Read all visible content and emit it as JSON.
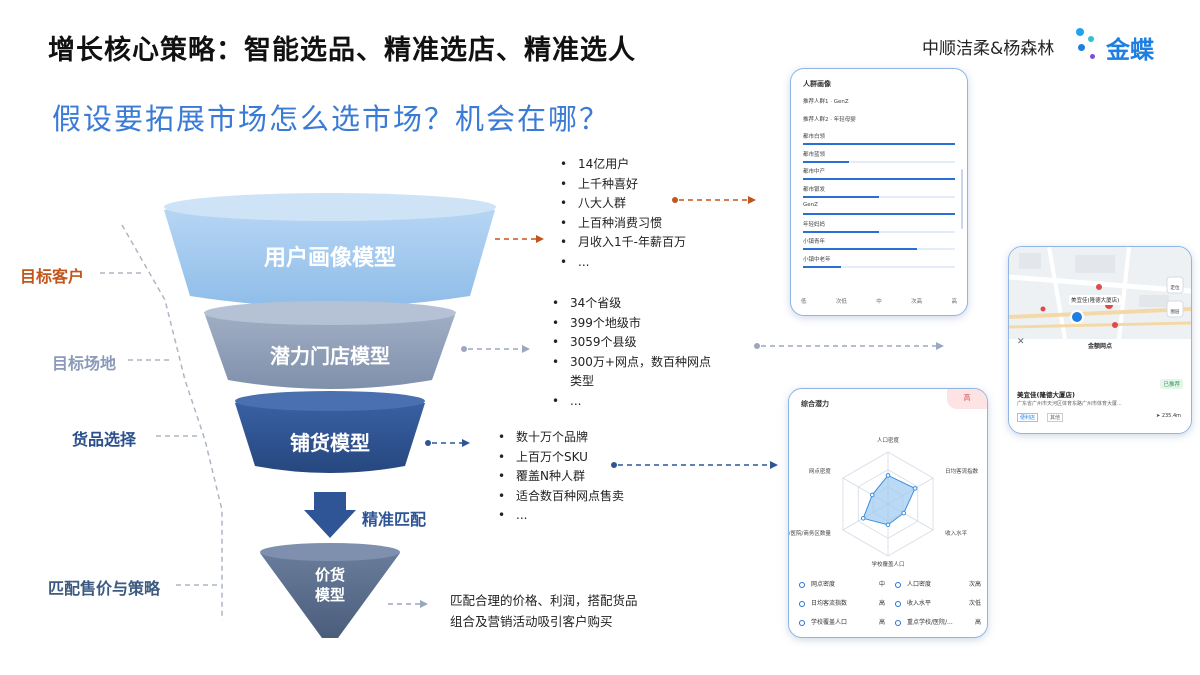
{
  "header": {
    "title": "增长核心策略：智能选品、精准选店、精准选人",
    "brand_partner": "中顺洁柔&杨森林",
    "logo_text": "金蝶",
    "subtitle": "假设要拓展市场怎么选市场？机会在哪？"
  },
  "side_labels": [
    {
      "text": "目标客户",
      "color": "#c0561b"
    },
    {
      "text": "目标场地",
      "color": "#8a9ab8"
    },
    {
      "text": "货品选择",
      "color": "#2b4f8c"
    },
    {
      "text": "匹配售价与策略",
      "color": "#3d5a80"
    }
  ],
  "funnel": {
    "stage1": "用户画像模型",
    "stage2": "潜力门店模型",
    "stage3": "铺货模型",
    "stage4_line1": "价货",
    "stage4_line2": "模型",
    "arrow_label": "精准匹配",
    "colors": {
      "stage1": "#9fc6ee",
      "stage2": "#8f9fb9",
      "stage3": "#2f5597",
      "stage4": "#5a6e8e"
    }
  },
  "lists": {
    "users": [
      "14亿用户",
      "上千种喜好",
      "八大人群",
      "上百种消费习惯",
      "月收入1千-年薪百万",
      "..."
    ],
    "stores": [
      "34个省级",
      "399个地级市",
      "3059个县级",
      "300万+网点，数百种网点类型",
      "..."
    ],
    "goods": [
      "数十万个品牌",
      "上百万个SKU",
      "覆盖N种人群",
      "适合数百种网点售卖",
      "..."
    ],
    "price_line1": "匹配合理的价格、利润，搭配货品",
    "price_line2": "组合及营销活动吸引客户购买"
  },
  "phone_persona": {
    "title": "人群画像",
    "rows": [
      {
        "label": "推荐人群1 · GenZ",
        "fill": 0
      },
      {
        "label": "推荐人群2 · 年轻母婴",
        "fill": 0
      },
      {
        "label": "都市白领",
        "fill": 1.0
      },
      {
        "label": "都市蓝领",
        "fill": 0.3
      },
      {
        "label": "都市中产",
        "fill": 1.0
      },
      {
        "label": "都市银发",
        "fill": 0.5
      },
      {
        "label": "GenZ",
        "fill": 1.0
      },
      {
        "label": "年轻妈妈",
        "fill": 0.5
      },
      {
        "label": "小镇青年",
        "fill": 0.75
      },
      {
        "label": "小镇中老年",
        "fill": 0.25
      }
    ],
    "footer": [
      "低",
      "次低",
      "中",
      "次高",
      "高"
    ]
  },
  "phone_map": {
    "popup_title": "金额网点",
    "store_name": "美宜佳(隆德大厦店)",
    "address": "广东省广州市天河区体育东路广州市体育大厦...",
    "tag1": "便利店",
    "tag2": "其他",
    "distance": "235.4m",
    "status": "已推荐",
    "pin_label": "美宜佳(隆德大厦店)",
    "side_btn1": "定位",
    "side_btn2": "图层"
  },
  "phone_radar": {
    "title": "综合潜力",
    "badge": "高",
    "axes": [
      "人口密度",
      "日均客流指数",
      "收入水平",
      "学校覆盖人口",
      "重点学校/医院/商务区数量",
      "网点密度"
    ],
    "values": [
      0.55,
      0.6,
      0.35,
      0.4,
      0.55,
      0.35
    ],
    "legend": [
      {
        "name": "网点密度",
        "level": "中"
      },
      {
        "name": "人口密度",
        "level": "次高"
      },
      {
        "name": "日均客流指数",
        "level": "高"
      },
      {
        "name": "收入水平",
        "level": "次低"
      },
      {
        "name": "学校覆盖人口",
        "level": "高"
      },
      {
        "name": "重点学校/医院/...",
        "level": "高"
      }
    ]
  }
}
